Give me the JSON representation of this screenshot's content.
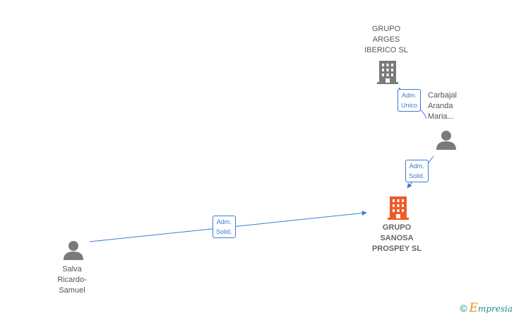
{
  "nodes": {
    "grupo_arges": {
      "label": "GRUPO\nARGES\nIBERICO  SL",
      "color": "#7a7a7a"
    },
    "carbajal": {
      "label": "Carbajal\nAranda\nMaria..."
    },
    "grupo_sanosa": {
      "label": "GRUPO\nSANOSA\nPROSPEY  SL",
      "color": "#f05a28"
    },
    "salva": {
      "label": "Salva\nRicardo-\nSamuel"
    }
  },
  "edges": {
    "arges_to_carbajal": {
      "label": "Adm.\nUnico"
    },
    "carbajal_to_sanosa": {
      "label": "Adm.\nSolid."
    },
    "salva_to_sanosa": {
      "label": "Adm.\nSolid."
    }
  },
  "colors": {
    "edge": "#3a7bd5",
    "person": "#7a7a7a"
  },
  "footer": {
    "copyright_symbol": "©",
    "brand_first": "E",
    "brand_rest": "mpresia"
  }
}
